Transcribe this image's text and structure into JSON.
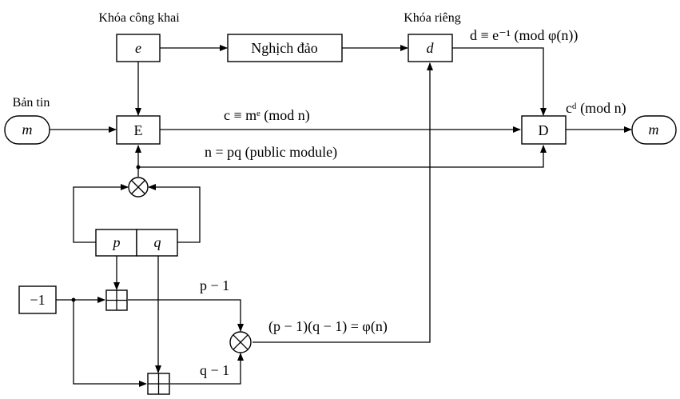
{
  "labels": {
    "public_key": "Khóa công khai",
    "private_key": "Khóa riêng",
    "message_in": "Bản tin",
    "inverse": "Nghịch đảo"
  },
  "boxes": {
    "e": "e",
    "d": "d",
    "E": "E",
    "D": "D",
    "p": "p",
    "q": "q",
    "minus_one": "−1",
    "m_in": "m",
    "m_out": "m"
  },
  "formulas": {
    "d_def": "d ≡ e⁻¹ (mod φ(n))",
    "cipher": "c ≡ mᵉ (mod n)",
    "decrypt": "cᵈ (mod n)",
    "modulus": "n = pq (public module)",
    "p_minus_1": "p − 1",
    "q_minus_1": "q − 1",
    "phi": "(p − 1)(q − 1) = φ(n)"
  }
}
